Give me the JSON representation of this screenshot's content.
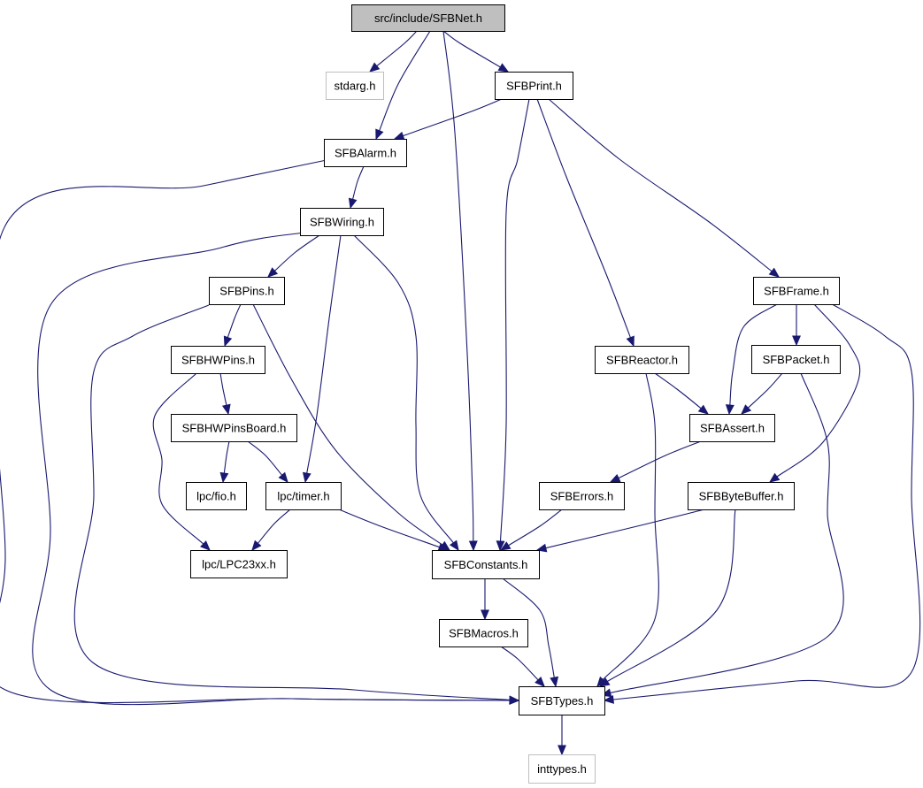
{
  "diagram": {
    "type": "include-dependency-graph",
    "colors": {
      "edge": "#191970",
      "root_fill": "#bfbfbf",
      "node_border": "#000000",
      "external_border": "#bfbfbf"
    },
    "nodes": [
      {
        "id": "sfbnet",
        "label": "src/include/SFBNet.h",
        "kind": "root"
      },
      {
        "id": "stdarg",
        "label": "stdarg.h",
        "kind": "external"
      },
      {
        "id": "sfbprint",
        "label": "SFBPrint.h",
        "kind": "internal"
      },
      {
        "id": "sfbalarm",
        "label": "SFBAlarm.h",
        "kind": "internal"
      },
      {
        "id": "sfbwiring",
        "label": "SFBWiring.h",
        "kind": "internal"
      },
      {
        "id": "sfbpins",
        "label": "SFBPins.h",
        "kind": "internal"
      },
      {
        "id": "sfbframe",
        "label": "SFBFrame.h",
        "kind": "internal"
      },
      {
        "id": "sfbhwpins",
        "label": "SFBHWPins.h",
        "kind": "internal"
      },
      {
        "id": "sfbreactor",
        "label": "SFBReactor.h",
        "kind": "internal"
      },
      {
        "id": "sfbpacket",
        "label": "SFBPacket.h",
        "kind": "internal"
      },
      {
        "id": "sfbhwpinsboard",
        "label": "SFBHWPinsBoard.h",
        "kind": "internal"
      },
      {
        "id": "sfbassert",
        "label": "SFBAssert.h",
        "kind": "internal"
      },
      {
        "id": "lpcfio",
        "label": "lpc/fio.h",
        "kind": "internal"
      },
      {
        "id": "lpctimer",
        "label": "lpc/timer.h",
        "kind": "internal"
      },
      {
        "id": "sfberrors",
        "label": "SFBErrors.h",
        "kind": "internal"
      },
      {
        "id": "sfbbytebuffer",
        "label": "SFBByteBuffer.h",
        "kind": "internal"
      },
      {
        "id": "lpclpc23xx",
        "label": "lpc/LPC23xx.h",
        "kind": "internal"
      },
      {
        "id": "sfbconstants",
        "label": "SFBConstants.h",
        "kind": "internal"
      },
      {
        "id": "sfbmacros",
        "label": "SFBMacros.h",
        "kind": "internal"
      },
      {
        "id": "sfbtypes",
        "label": "SFBTypes.h",
        "kind": "internal"
      },
      {
        "id": "inttypes",
        "label": "inttypes.h",
        "kind": "external"
      }
    ],
    "edges": [
      {
        "from": "sfbnet",
        "to": "stdarg"
      },
      {
        "from": "sfbnet",
        "to": "sfbprint"
      },
      {
        "from": "sfbnet",
        "to": "sfbalarm"
      },
      {
        "from": "sfbnet",
        "to": "sfbconstants"
      },
      {
        "from": "sfbprint",
        "to": "sfbalarm"
      },
      {
        "from": "sfbprint",
        "to": "sfbconstants"
      },
      {
        "from": "sfbprint",
        "to": "sfbreactor"
      },
      {
        "from": "sfbprint",
        "to": "sfbframe"
      },
      {
        "from": "sfbalarm",
        "to": "sfbwiring"
      },
      {
        "from": "sfbalarm",
        "to": "sfbtypes"
      },
      {
        "from": "sfbwiring",
        "to": "sfbpins"
      },
      {
        "from": "sfbwiring",
        "to": "lpctimer"
      },
      {
        "from": "sfbwiring",
        "to": "sfbconstants"
      },
      {
        "from": "sfbwiring",
        "to": "sfbtypes"
      },
      {
        "from": "sfbpins",
        "to": "sfbhwpins"
      },
      {
        "from": "sfbpins",
        "to": "sfbconstants"
      },
      {
        "from": "sfbpins",
        "to": "sfbtypes"
      },
      {
        "from": "sfbhwpins",
        "to": "sfbhwpinsboard"
      },
      {
        "from": "sfbhwpins",
        "to": "lpclpc23xx"
      },
      {
        "from": "sfbhwpinsboard",
        "to": "lpcfio"
      },
      {
        "from": "sfbhwpinsboard",
        "to": "lpctimer"
      },
      {
        "from": "lpctimer",
        "to": "lpclpc23xx"
      },
      {
        "from": "lpctimer",
        "to": "sfbconstants"
      },
      {
        "from": "sfbreactor",
        "to": "sfbassert"
      },
      {
        "from": "sfbreactor",
        "to": "sfbtypes"
      },
      {
        "from": "sfbframe",
        "to": "sfbpacket"
      },
      {
        "from": "sfbframe",
        "to": "sfbassert"
      },
      {
        "from": "sfbframe",
        "to": "sfbbytebuffer"
      },
      {
        "from": "sfbframe",
        "to": "sfbtypes"
      },
      {
        "from": "sfbpacket",
        "to": "sfbassert"
      },
      {
        "from": "sfbpacket",
        "to": "sfbtypes"
      },
      {
        "from": "sfbassert",
        "to": "sfberrors"
      },
      {
        "from": "sfberrors",
        "to": "sfbconstants"
      },
      {
        "from": "sfbbytebuffer",
        "to": "sfbconstants"
      },
      {
        "from": "sfbbytebuffer",
        "to": "sfbtypes"
      },
      {
        "from": "sfbconstants",
        "to": "sfbmacros"
      },
      {
        "from": "sfbconstants",
        "to": "sfbtypes"
      },
      {
        "from": "sfbmacros",
        "to": "sfbtypes"
      },
      {
        "from": "sfbtypes",
        "to": "inttypes"
      }
    ]
  }
}
